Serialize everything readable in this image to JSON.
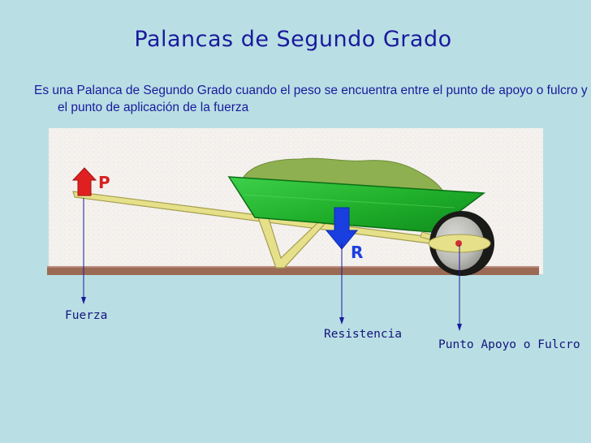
{
  "slide": {
    "title": "Palancas de Segundo Grado",
    "description": "Es una Palanca de Segundo Grado cuando el peso se encuentra entre el punto de apoyo o fulcro y el punto de aplicación de la fuerza"
  },
  "diagram": {
    "force_letter": "P",
    "resistance_letter": "R",
    "labels": {
      "force": "Fuerza",
      "resistance": "Resistencia",
      "fulcrum": "Punto Apoyo o Fulcro"
    }
  },
  "colors": {
    "background": "#b9dfe4",
    "text": "#1a1a9c",
    "tray": "#22b02c",
    "load": "#8fb050",
    "frame": "#e6e08a",
    "force_arrow": "#e02020",
    "resistance_arrow": "#1a3fe0",
    "ground": "#9b6a55"
  }
}
